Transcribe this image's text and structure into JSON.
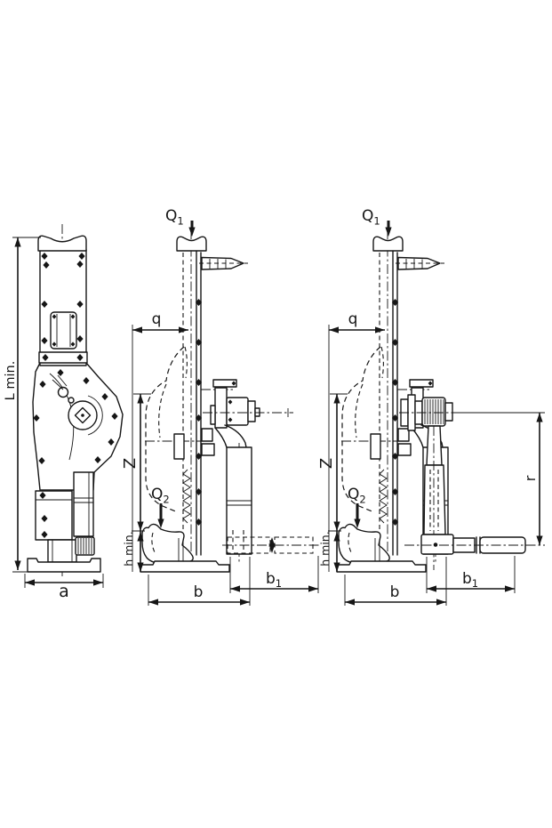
{
  "drawing": {
    "labels": {
      "L_min": "L min.",
      "a": "a",
      "q": "q",
      "Z": "Z",
      "h_min": "h min.",
      "b": "b",
      "r": "r",
      "Q1": {
        "base": "Q",
        "sub": "1"
      },
      "Q2": {
        "base": "Q",
        "sub": "2"
      },
      "b1": {
        "base": "b",
        "sub": "1"
      }
    },
    "colors": {
      "line": "#161616",
      "background": "#ffffff"
    }
  }
}
